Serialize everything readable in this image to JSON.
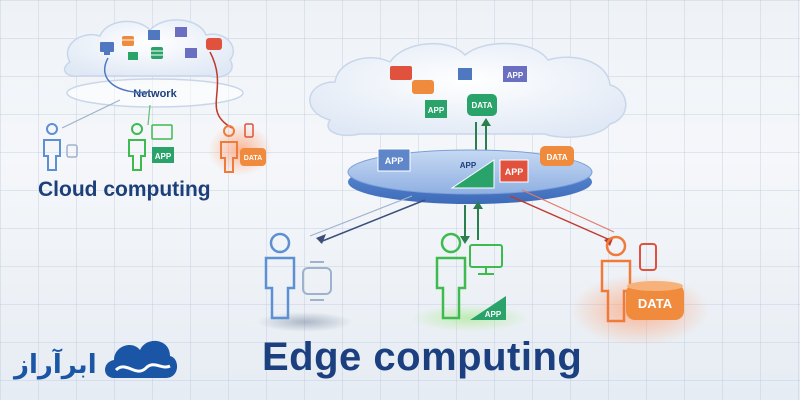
{
  "labels": {
    "cloud_title": "Cloud computing",
    "edge_title": "Edge computing",
    "network": "Network",
    "app": "APP",
    "data": "DATA",
    "brand": "ابرآراز"
  },
  "colors": {
    "title": "#1d3f7a",
    "app_blue": "#4f78c0",
    "app_purple": "#6a6fc2",
    "app_green": "#2aa36b",
    "app_red": "#e0513e",
    "data_orange": "#f08a3c",
    "person_blue": "#5d8fd3",
    "person_green": "#3dbb4f",
    "person_orange": "#f07a3a",
    "brand_blue": "#1a56a5"
  },
  "icons": [
    "person-icon",
    "watch-icon",
    "monitor-icon",
    "phone-icon",
    "database-icon",
    "app-tile-icon",
    "cloud-icon"
  ]
}
